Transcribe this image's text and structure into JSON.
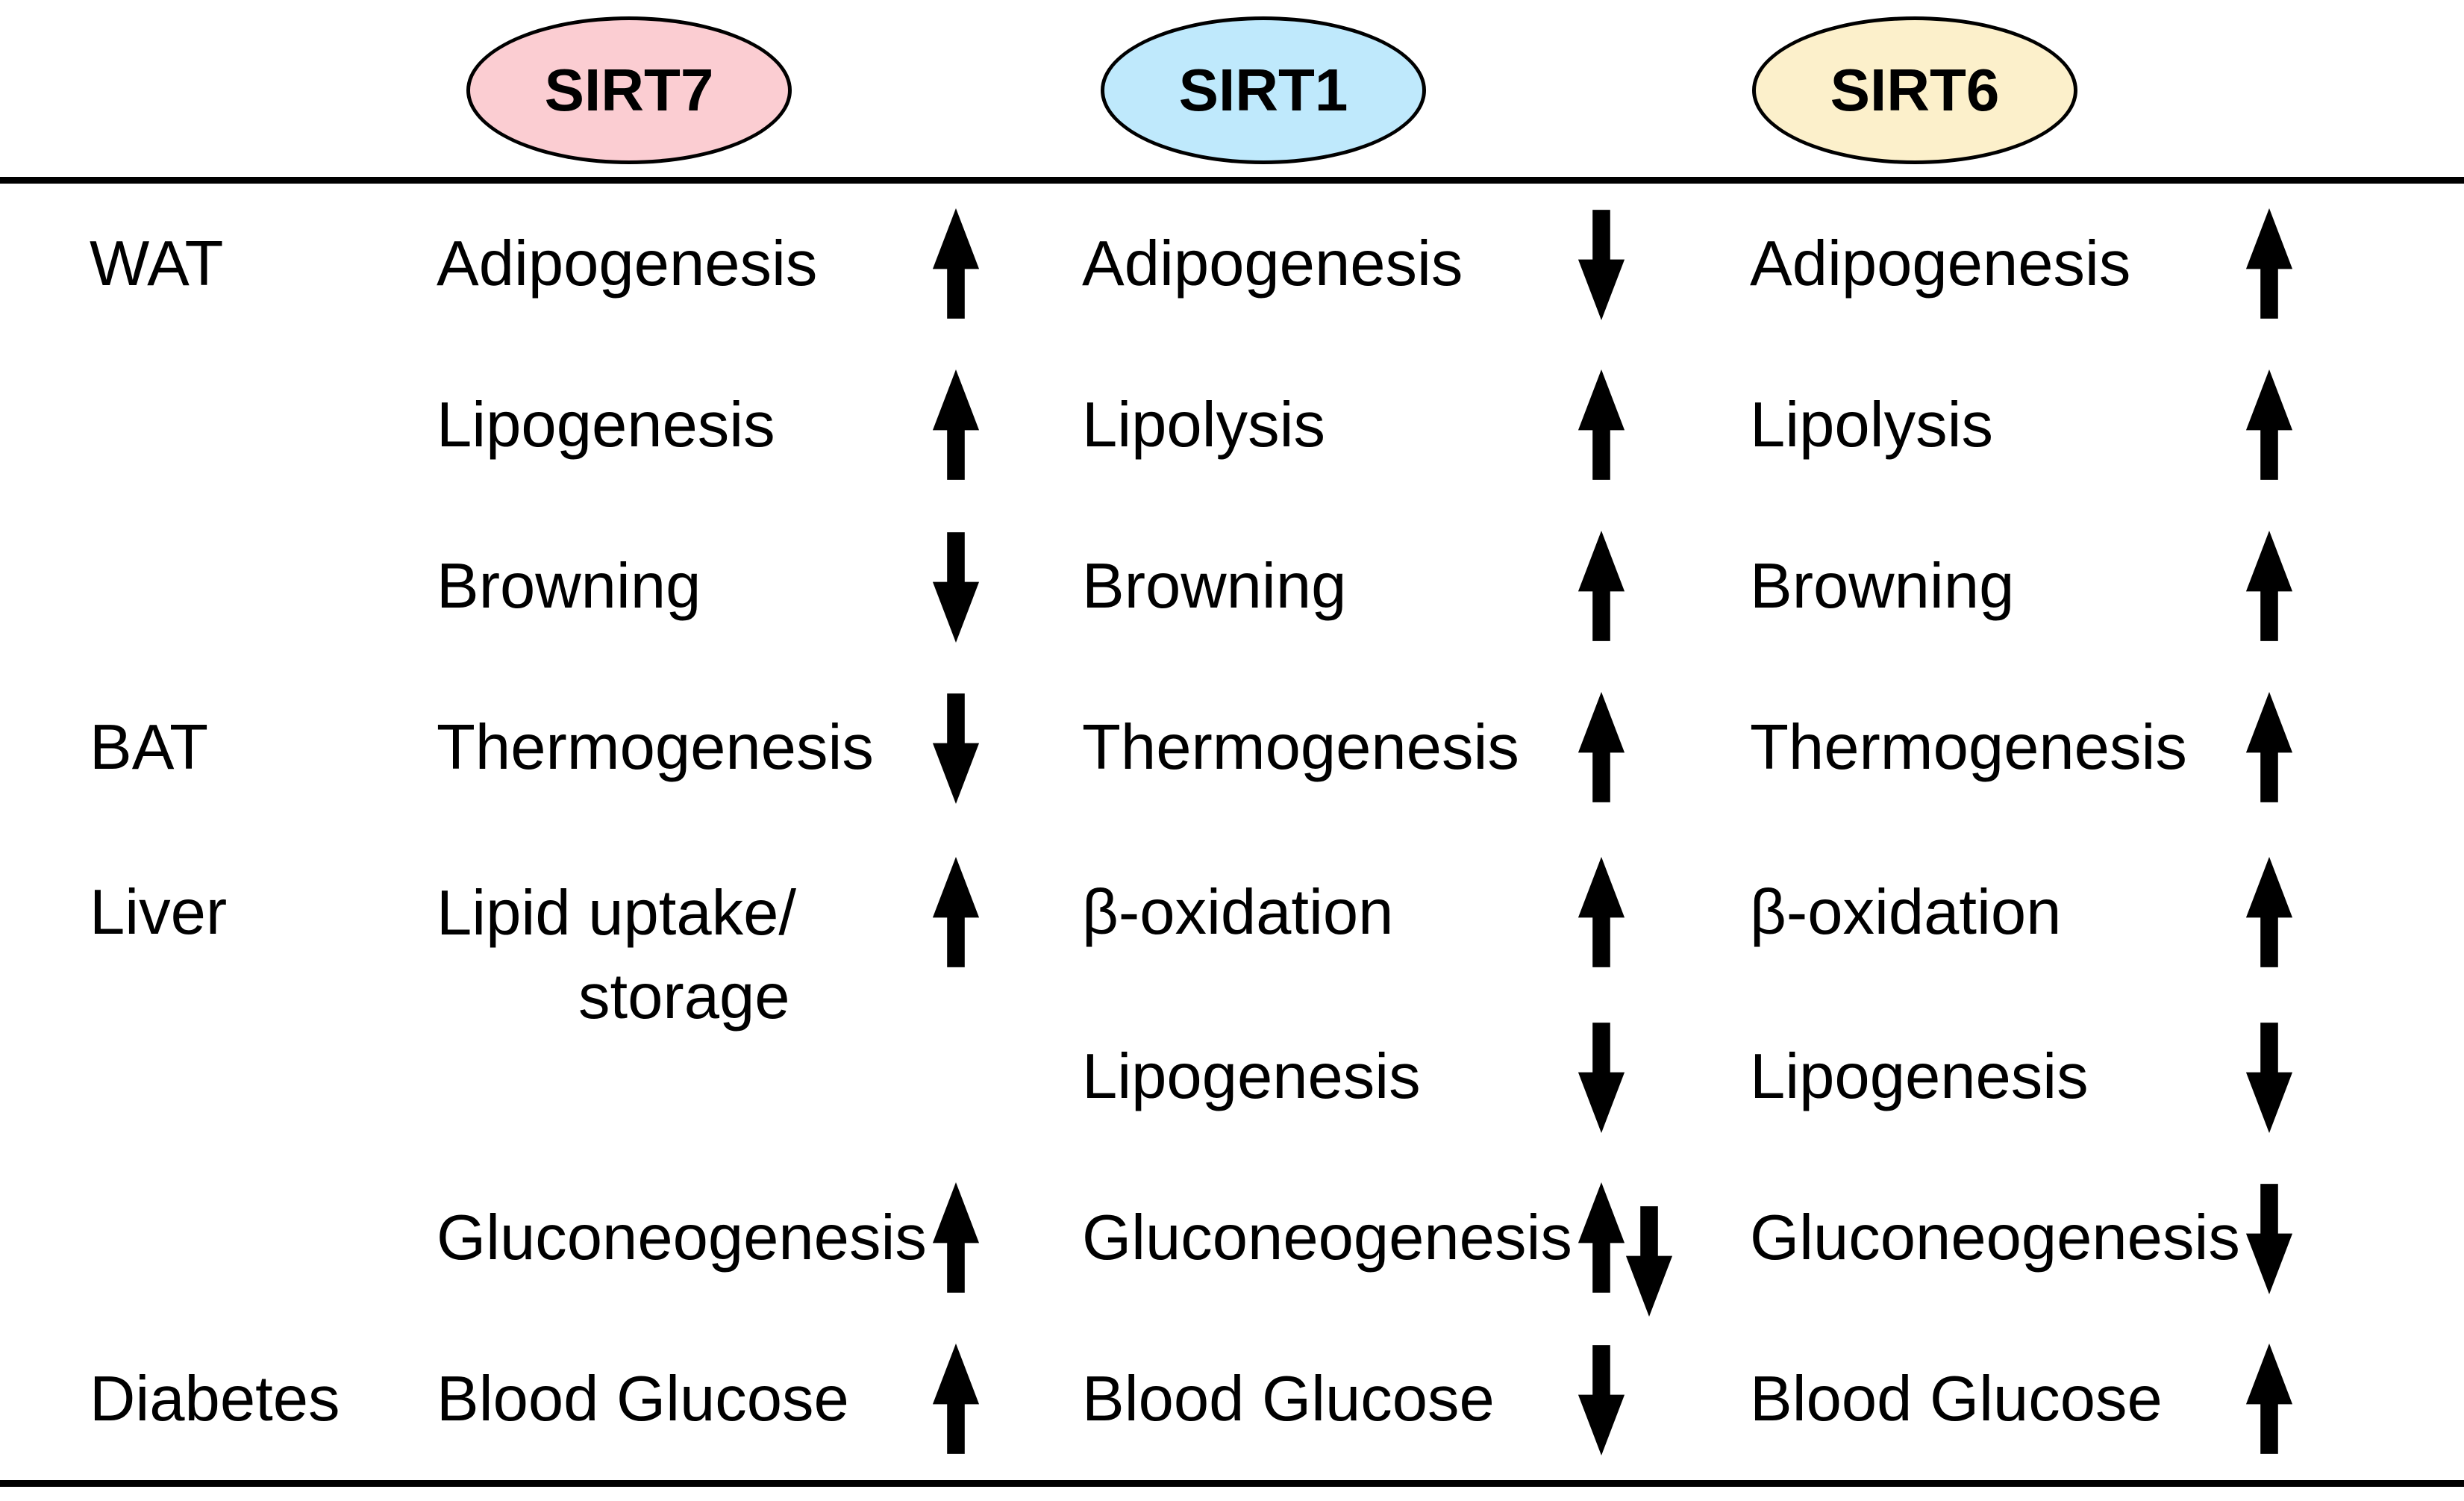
{
  "columns": [
    {
      "id": "sirt7",
      "label": "SIRT7",
      "fill": "#fbcdd2"
    },
    {
      "id": "sirt1",
      "label": "SIRT1",
      "fill": "#bfe9fc"
    },
    {
      "id": "sirt6",
      "label": "SIRT6",
      "fill": "#fcf0cb"
    }
  ],
  "icons": {
    "up": "up-arrow",
    "down": "down-arrow"
  },
  "rows": [
    {
      "tissue": "WAT",
      "cells": [
        {
          "process": "Adipogenesis",
          "direction": "up"
        },
        {
          "process": "Adipogenesis",
          "direction": "down"
        },
        {
          "process": "Adipogenesis",
          "direction": "up"
        }
      ]
    },
    {
      "tissue": "",
      "cells": [
        {
          "process": "Lipogenesis",
          "direction": "up"
        },
        {
          "process": "Lipolysis",
          "direction": "up"
        },
        {
          "process": "Lipolysis",
          "direction": "up"
        }
      ]
    },
    {
      "tissue": "",
      "cells": [
        {
          "process": "Browning",
          "direction": "down"
        },
        {
          "process": "Browning",
          "direction": "up"
        },
        {
          "process": "Browning",
          "direction": "up"
        }
      ]
    },
    {
      "tissue": "BAT",
      "cells": [
        {
          "process": "Thermogenesis",
          "direction": "down"
        },
        {
          "process": "Thermogenesis",
          "direction": "up"
        },
        {
          "process": "Thermogenesis",
          "direction": "up"
        }
      ]
    },
    {
      "tissue": "Liver",
      "cells": [
        {
          "process": "Lipid uptake/",
          "process_line2": "storage",
          "direction": "up"
        },
        {
          "process": "β-oxidation",
          "direction": "up"
        },
        {
          "process": "β-oxidation",
          "direction": "up"
        }
      ]
    },
    {
      "tissue": "",
      "cells": [
        {
          "process": "",
          "direction": "none"
        },
        {
          "process": "Lipogenesis",
          "direction": "down"
        },
        {
          "process": "Lipogenesis",
          "direction": "down"
        }
      ]
    },
    {
      "tissue": "",
      "cells": [
        {
          "process": "Gluconeogenesis",
          "direction": "up"
        },
        {
          "process": "Gluconeogenesis",
          "direction": "up-down"
        },
        {
          "process": "Gluconeogenesis",
          "direction": "down"
        }
      ]
    },
    {
      "tissue": "Diabetes",
      "cells": [
        {
          "process": "Blood Glucose",
          "direction": "up"
        },
        {
          "process": "Blood Glucose",
          "direction": "down"
        },
        {
          "process": "Blood Glucose",
          "direction": "up"
        }
      ]
    }
  ]
}
